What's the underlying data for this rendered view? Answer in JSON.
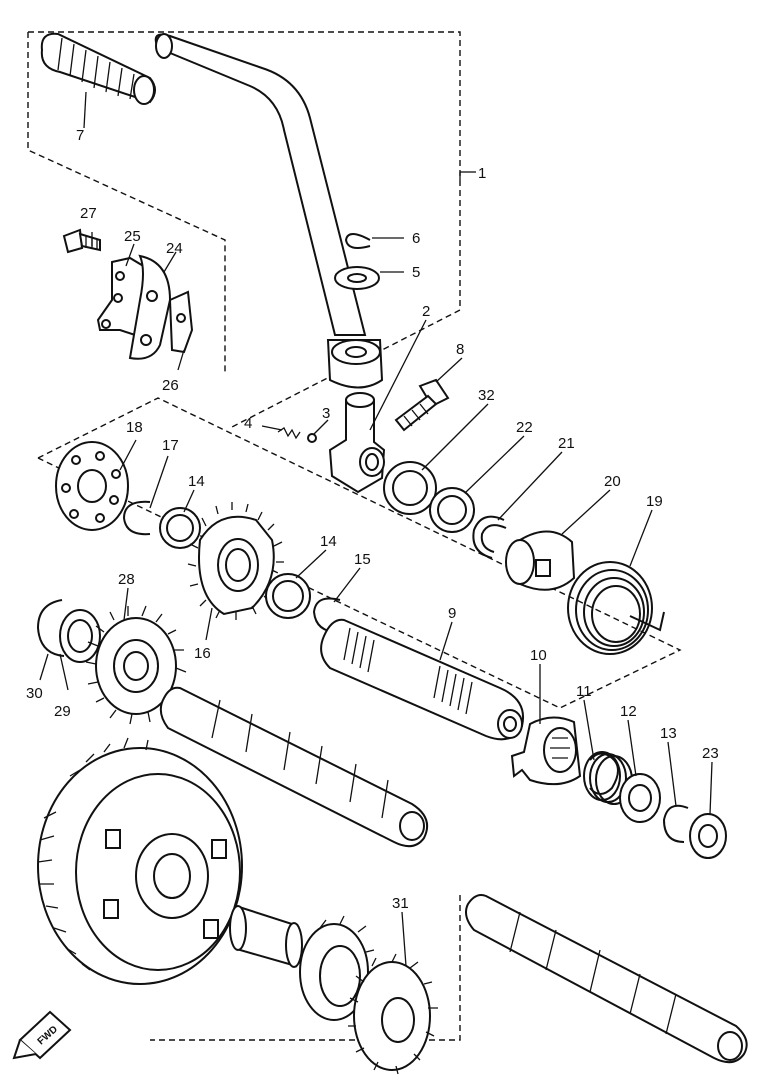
{
  "diagram": {
    "labels": {
      "p1": "1",
      "p2": "2",
      "p3": "3",
      "p4": "4",
      "p5": "5",
      "p6": "6",
      "p7": "7",
      "p8": "8",
      "p9": "9",
      "p10": "10",
      "p11": "11",
      "p12": "12",
      "p13": "13",
      "p14a": "14",
      "p14b": "14",
      "p15": "15",
      "p16": "16",
      "p17": "17",
      "p18": "18",
      "p19": "19",
      "p20": "20",
      "p21": "21",
      "p22": "22",
      "p23": "23",
      "p24": "24",
      "p25": "25",
      "p26": "26",
      "p27": "27",
      "p28": "28",
      "p29": "29",
      "p30": "30",
      "p31": "31",
      "p32": "32"
    },
    "fwd_badge": "FWD"
  }
}
